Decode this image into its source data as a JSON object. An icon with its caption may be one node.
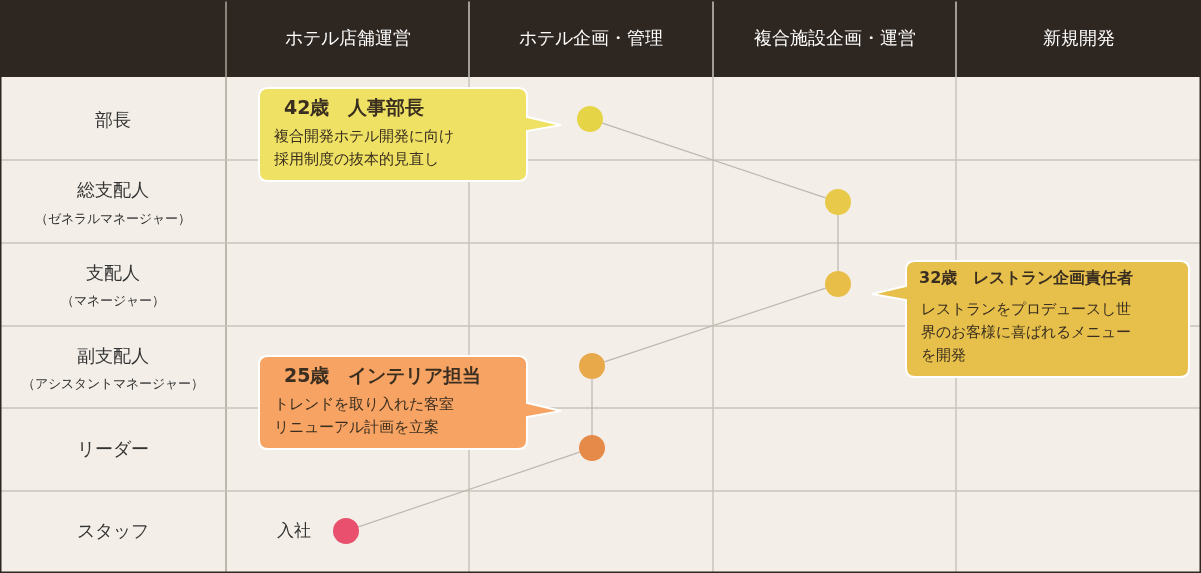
{
  "diagram": {
    "nodes": [
      {
        "text": [
          "42歳　人事部長",
          "複合開発ホテル開発に向け採用制度の抜本的見直し"
        ]
      },
      {
        "text": [],
        "shape": "circle"
      },
      {
        "text": [],
        "shape": "circle"
      },
      {
        "text": [
          "32歳　レストラン企画責任者",
          "レストランをプロデュースし世界のお客様に喜ばれるメニューを開発"
        ]
      },
      {
        "text": [],
        "shape": "circle"
      },
      {
        "text": [],
        "shape": "circle"
      },
      {
        "text": [
          "25歳　インテリア担当",
          "トレンドを取り入れた客室リニューアル計画を立案"
        ]
      },
      {
        "text": [],
        "shape": "circle"
      },
      {
        "text": [],
        "shape": "circle",
        "beside": [
          "入社"
        ]
      }
    ],
    "edges": [
      {
        "from": 8,
        "to": 7,
        "arrow": "none"
      },
      {
        "from": 7,
        "to": 5,
        "arrow": "none"
      },
      {
        "from": 5,
        "to": 4,
        "arrow": "none"
      },
      {
        "from": 4,
        "to": 2,
        "arrow": "none"
      },
      {
        "from": 2,
        "to": 1,
        "arrow": "none"
      }
    ],
    "labels": [
      "ホテル店舗運営",
      "ホテル企画・管理",
      "複合施設企画・運営",
      "新規開発",
      "部長",
      "総支配人",
      "（ゼネラルマネージャー）",
      "支配人",
      "（マネージャー）",
      "副支配人",
      "（アシスタントマネージャー）",
      "リーダー",
      "スタッフ"
    ]
  }
}
